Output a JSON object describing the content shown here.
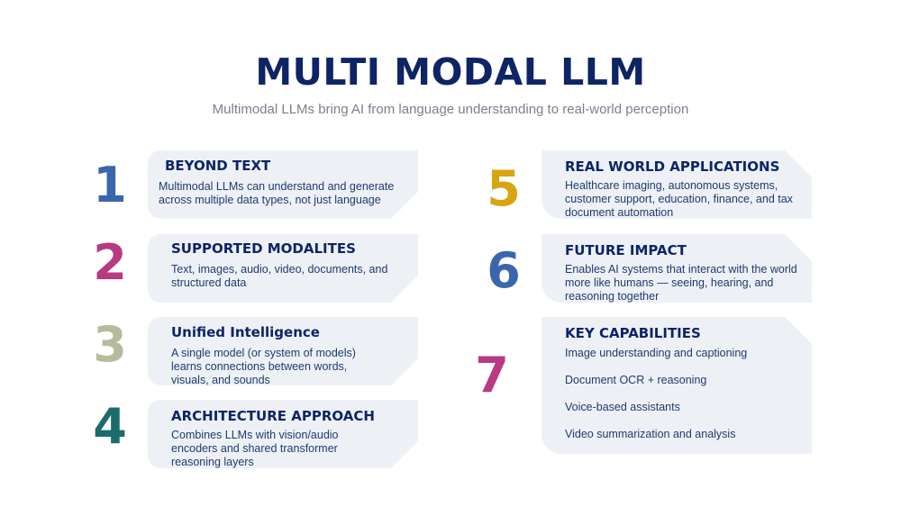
{
  "header": {
    "title": "MULTI MODAL LLM",
    "subtitle": "Multimodal LLMs bring AI from language understanding to real-world perception"
  },
  "items": [
    {
      "number": "1",
      "color": "#3a66ad",
      "title": "BEYOND TEXT",
      "text": "Multimodal LLMs can understand and generate across multiple data types, not just language"
    },
    {
      "number": "2",
      "color": "#b83a82",
      "title": "SUPPORTED MODALITES",
      "text": "Text, images, audio, video, documents, and structured data"
    },
    {
      "number": "3",
      "color": "#b7ba9c",
      "title": "Unified Intelligence",
      "text": "A single model (or system of models) learns connections between words, visuals, and sounds"
    },
    {
      "number": "4",
      "color": "#1c6b6e",
      "title": "ARCHITECTURE APPROACH",
      "text": "Combines LLMs with vision/audio encoders and shared transformer reasoning layers"
    },
    {
      "number": "5",
      "color": "#d8a413",
      "title": "REAL WORLD APPLICATIONS",
      "text": "Healthcare imaging, autonomous systems, customer support, education, finance, and tax document automation"
    },
    {
      "number": "6",
      "color": "#3a66ad",
      "title": "FUTURE IMPACT",
      "text": "Enables AI systems that interact with the world more like humans — seeing, hearing, and reasoning together"
    },
    {
      "number": "7",
      "color": "#b83a82",
      "title": "KEY CAPABILITIES",
      "capabilities": [
        "Image understanding and captioning",
        "Document OCR + reasoning",
        "Voice-based assistants",
        "Video summarization and analysis"
      ]
    }
  ]
}
